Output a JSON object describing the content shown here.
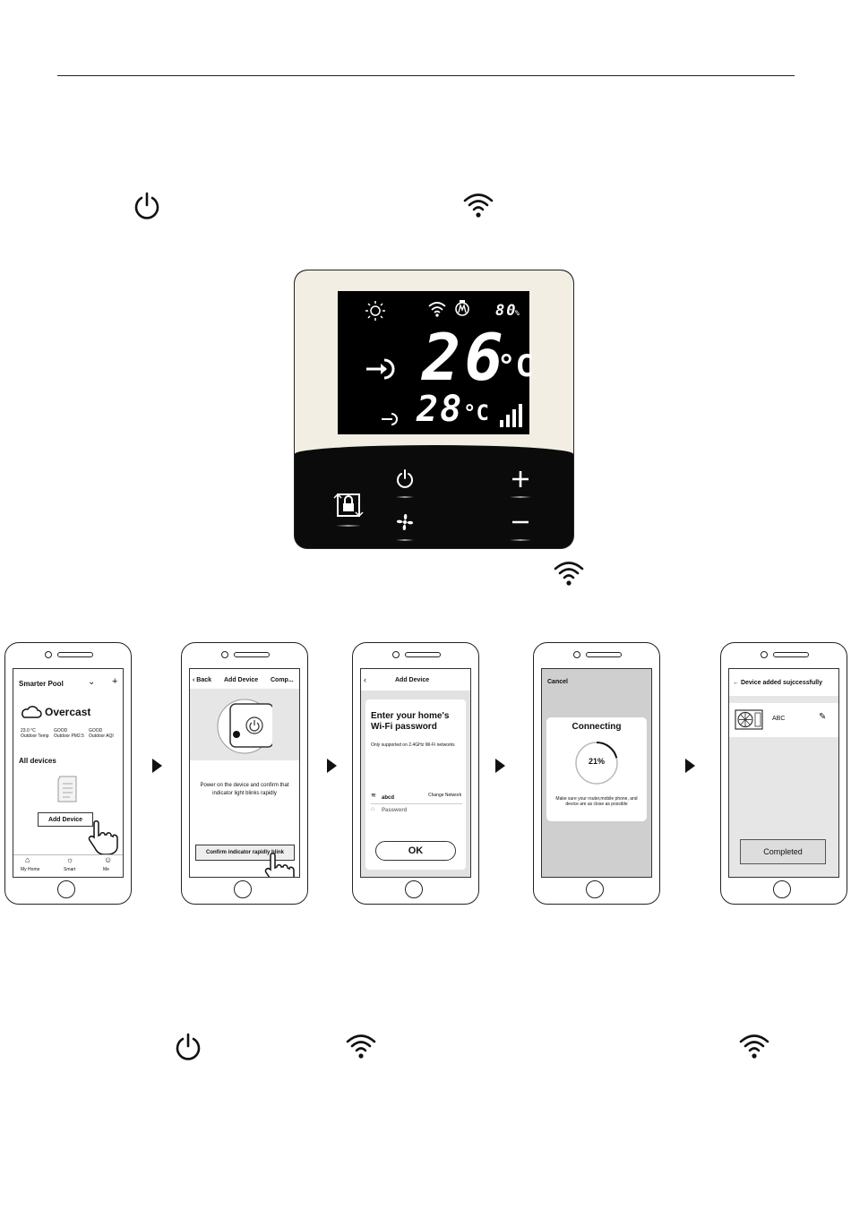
{
  "thermostat": {
    "humidity": "80",
    "humidity_unit": "%",
    "set_temp": "26",
    "set_unit": "°C",
    "room_temp": "28",
    "room_unit": "°C"
  },
  "phones": [
    {
      "header": "Smarter Pool",
      "weather": "Overcast",
      "stats": [
        {
          "value": "23.0 °C",
          "label": "Outdoor Temp"
        },
        {
          "value": "GOOD",
          "label": "Outdoor PM2.5"
        },
        {
          "value": "GOOD",
          "label": "Outdoor AQI"
        }
      ],
      "section": "All devices",
      "add_button": "Add Device",
      "tabs": [
        "My Home",
        "Smart",
        "Me"
      ]
    },
    {
      "back": "Back",
      "title": "Add Device",
      "right": "Comp...",
      "instruction": "Power on the device and confirm that indicator light blinks rapidly",
      "confirm_button": "Confirm indicator rapidly blink"
    },
    {
      "title": "Add Device",
      "heading": "Enter your home's Wi-Fi password",
      "note": "Only supported on 2.4GHz Wi-Fi networks",
      "ssid": "abcd",
      "change": "Change Network",
      "password_placeholder": "Password",
      "ok": "OK"
    },
    {
      "cancel": "Cancel",
      "title": "Connecting",
      "progress": "21%",
      "progress_value": 0.21,
      "note": "Make sure your router,mobile phone, and device are as close as possible"
    },
    {
      "title": "Device added sujccessfully",
      "device_name": "ABC",
      "completed": "Completed"
    }
  ]
}
